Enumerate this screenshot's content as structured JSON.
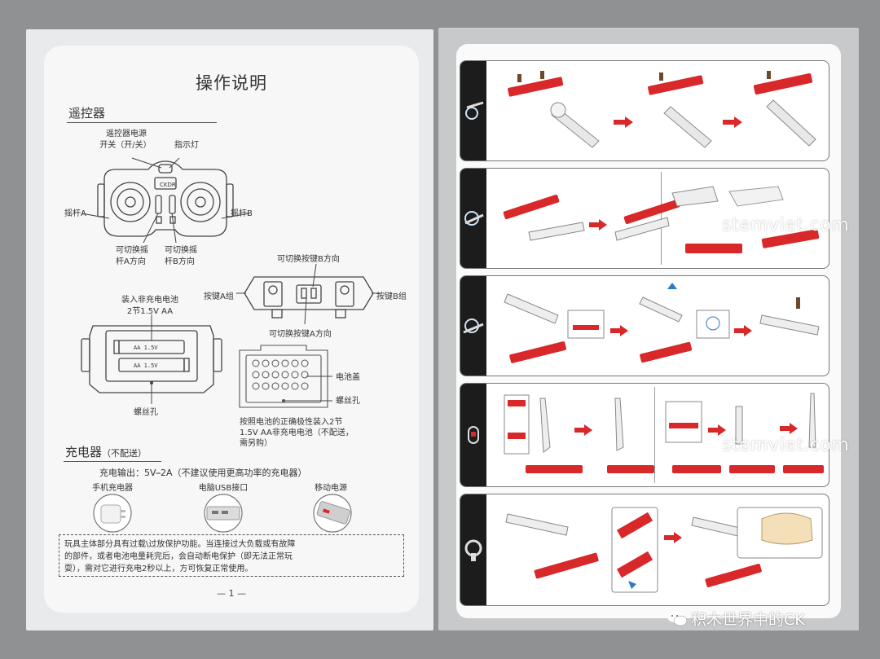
{
  "left": {
    "title": "操作说明",
    "remote": {
      "heading": "遥控器",
      "power_switch": "遥控器电源",
      "power_switch_sub": "开关（开/关）",
      "indicator": "指示灯",
      "stick_a": "摇杆A",
      "stick_b": "摇杆B",
      "toggle_a_1": "可切换摇",
      "toggle_a_2": "杆A方向",
      "toggle_b_1": "可切换摇",
      "toggle_b_2": "杆B方向",
      "switch_b_dir": "可切换按键B方向",
      "btn_a_group": "按键A组",
      "btn_b_group": "按键B组",
      "switch_a_dir": "可切换按键A方向",
      "battery_1": "装入非充电电池",
      "battery_2": "2节1.5V AA",
      "battery_cell": "AA 1.5V",
      "screw_hole_bottom": "螺丝孔",
      "battery_cover": "电池盖",
      "screw_hole_cover": "螺丝孔",
      "battery_note_1": "按照电池的正确极性装入2节",
      "battery_note_2": "1.5V AA非充电电池（不配送，",
      "battery_note_3": "需另购）",
      "brand": "CKDR"
    },
    "charger": {
      "heading": "充电器",
      "heading_sub": "（不配送）",
      "output": "充电输出：5V⎯2A（不建议使用更高功率的充电器）",
      "phone_charger": "手机充电器",
      "usb_port": "电脑USB接口",
      "power_bank": "移动电源"
    },
    "notice_1": "玩具主体部分具有过载\\过放保护功能。当连接过大负载或有故障",
    "notice_2": "的部件，或者电池电量耗完后，会自动断电保护（即无法正常玩",
    "notice_3": "耍），需对它进行充电2秒以上，方可恢复正常使用。",
    "page_number": "— 1 —"
  },
  "watermark": {
    "site": "stemviet.com",
    "account": "积木世界中的CK"
  },
  "colors": {
    "background": "#8f9193",
    "accent_red": "#d8282a",
    "step_icon_bg": "#1c1c1c"
  }
}
